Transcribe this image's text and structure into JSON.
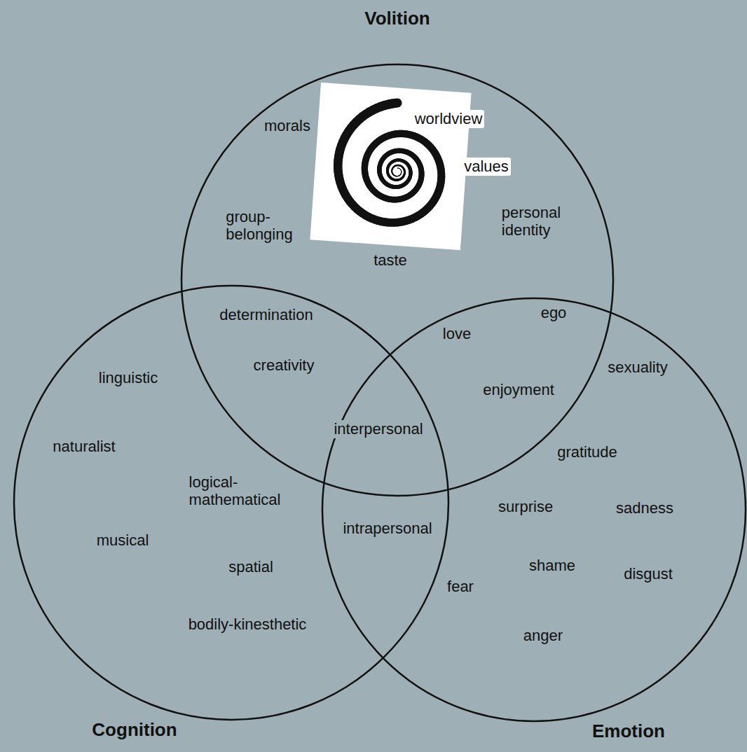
{
  "diagram": {
    "nodes": [
      {
        "text": [
          "Volition",
          "morals",
          "worldview",
          "values",
          "group- belonging",
          "personal identity",
          "taste"
        ]
      },
      {
        "text": [
          "Cognition",
          "linguistic",
          "naturalist",
          "logical- mathematical",
          "musical",
          "spatial",
          "bodily-kinesthetic"
        ]
      },
      {
        "text": [
          "Emotion",
          "sexuality",
          "gratitude",
          "surprise",
          "sadness",
          "shame",
          "disgust",
          "fear",
          "anger"
        ]
      }
    ],
    "labels": [
      "determination",
      "ego",
      "love",
      "creativity",
      "enjoyment",
      "interpersonal",
      "intrapersonal"
    ]
  }
}
